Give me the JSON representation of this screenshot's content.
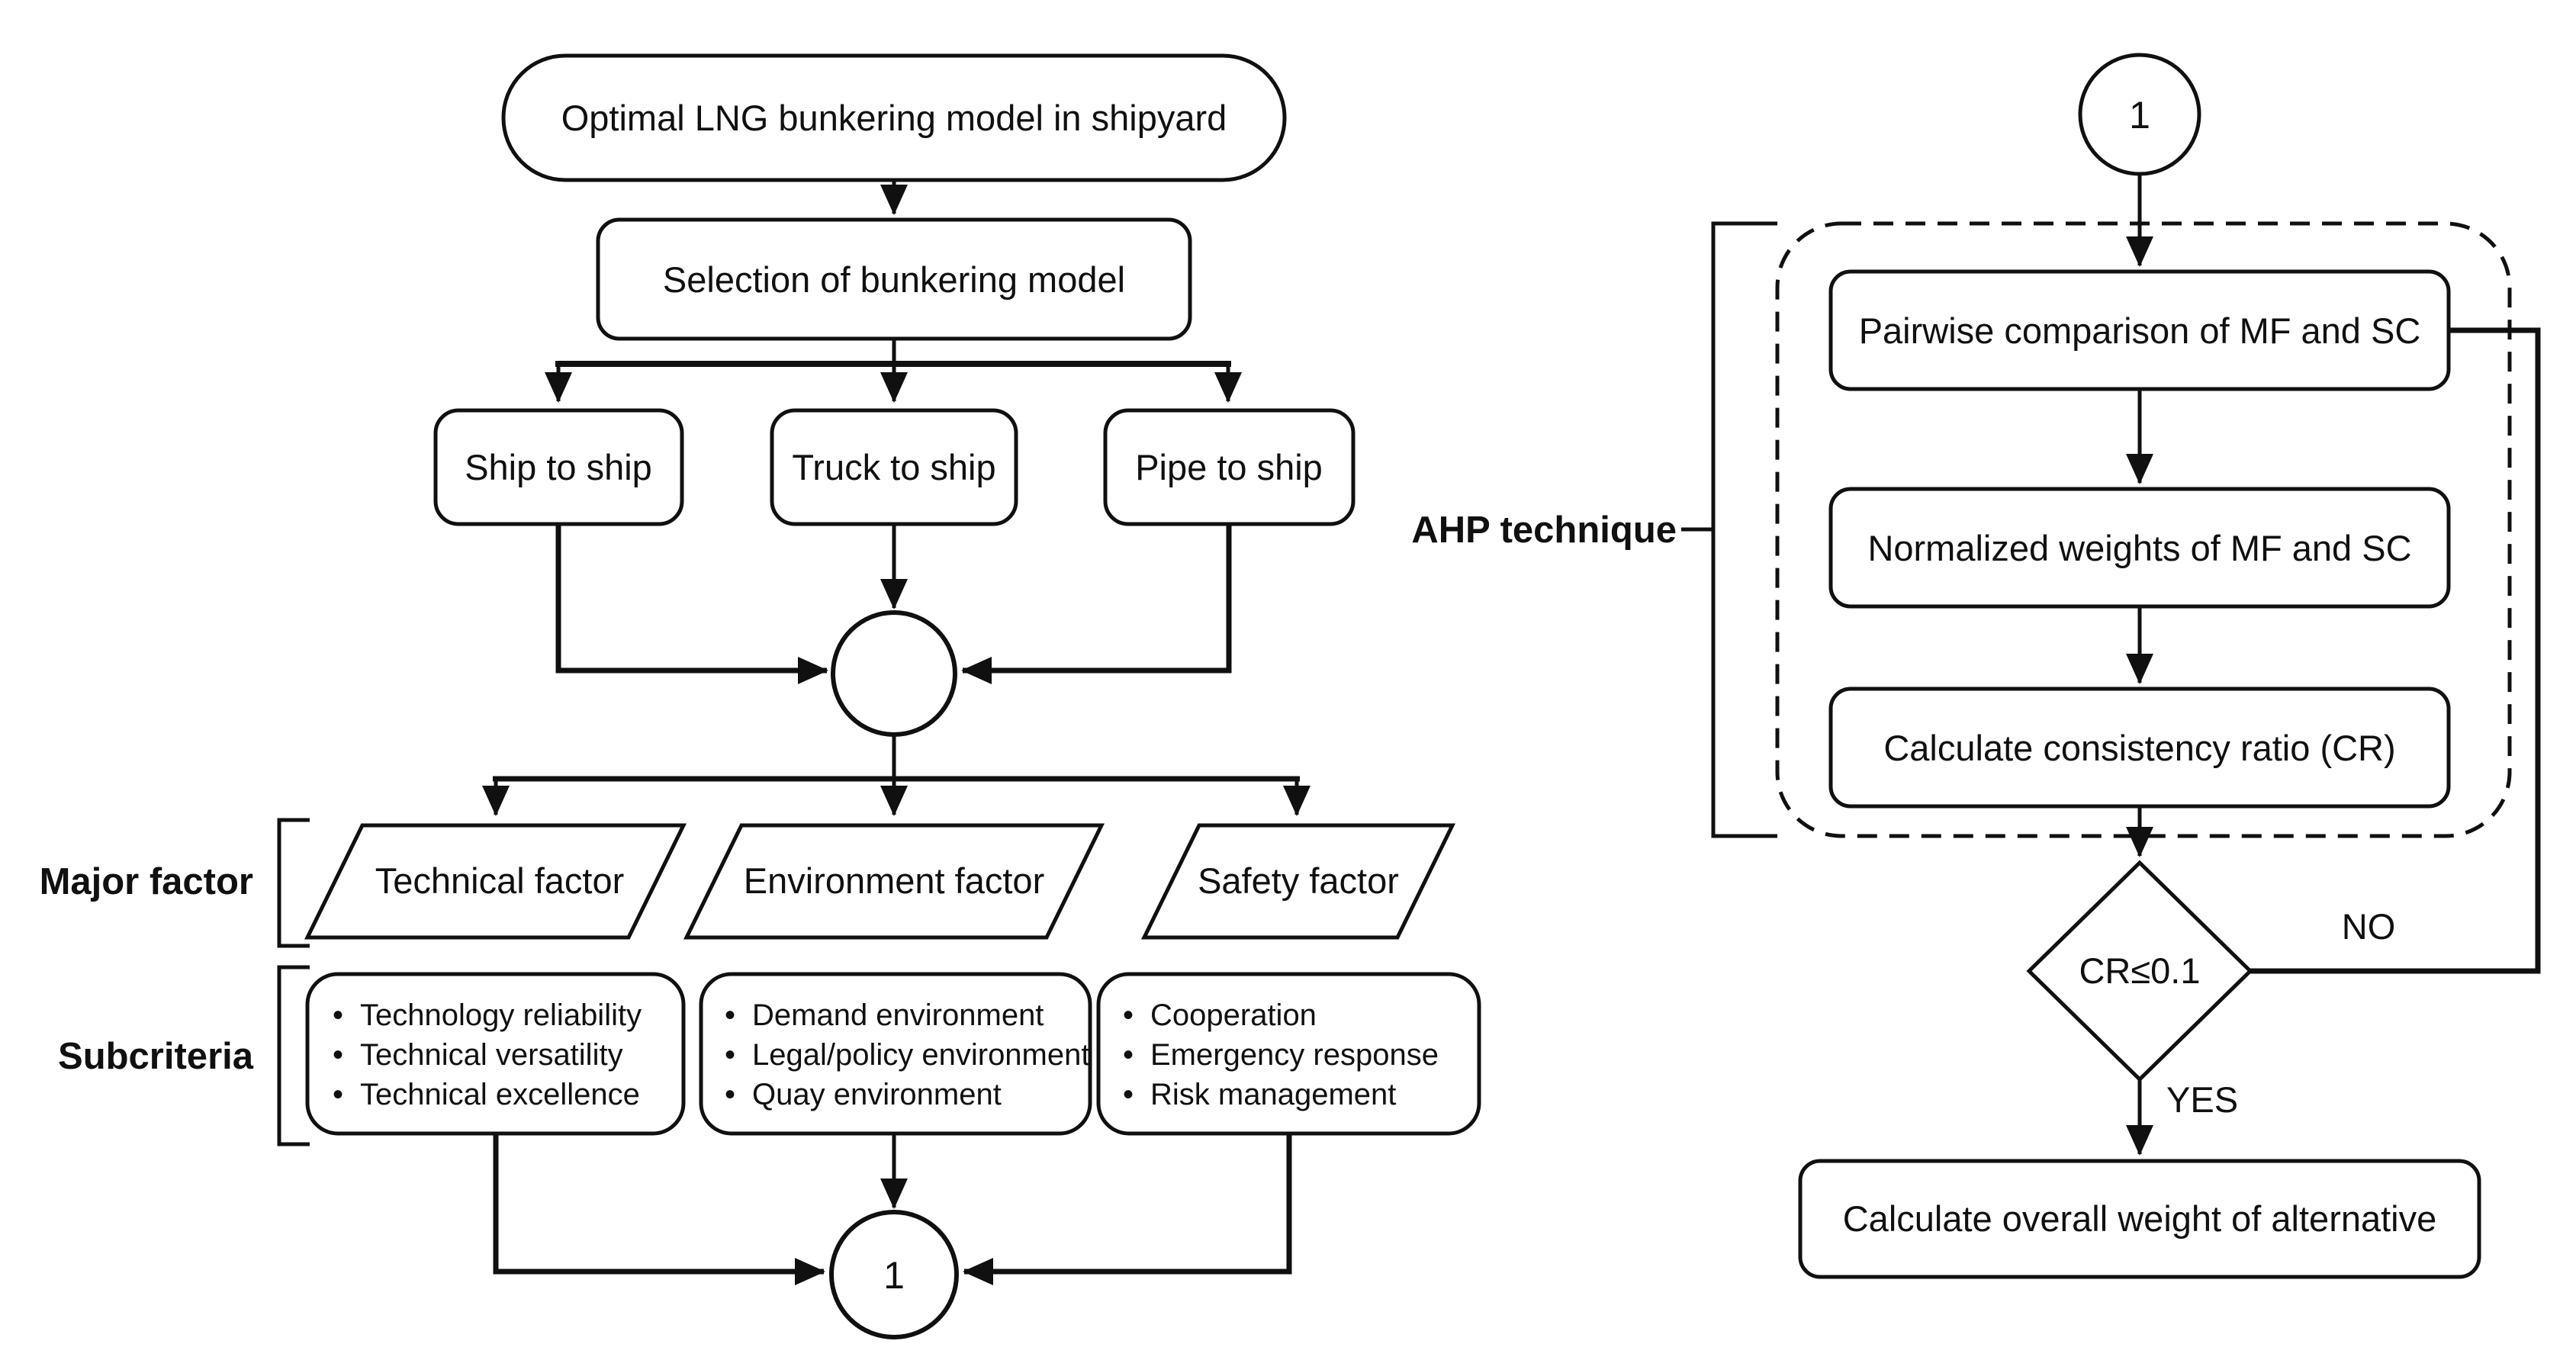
{
  "colors": {
    "ink": "#101010",
    "bg": "#ffffff"
  },
  "left": {
    "goal": "Optimal LNG bunkering model in shipyard",
    "selection": "Selection of bunkering model",
    "models": [
      "Ship to ship",
      "Truck to ship",
      "Pipe to ship"
    ],
    "factor_row_label": "Major factor",
    "subcriteria_row_label": "Subcriteria",
    "factors": [
      "Technical factor",
      "Environment factor",
      "Safety factor"
    ],
    "subcriteria": [
      [
        "Technology reliability",
        "Technical versatility",
        "Technical excellence"
      ],
      [
        "Demand environment",
        "Legal/policy environment",
        "Quay environment"
      ],
      [
        "Cooperation",
        "Emergency response",
        "Risk management"
      ]
    ],
    "bullet": "•",
    "connector": "1"
  },
  "right": {
    "start": "1",
    "group_label": "AHP technique",
    "steps": [
      "Pairwise comparison of MF and SC",
      "Normalized weights of MF and SC",
      "Calculate consistency ratio (CR)"
    ],
    "decision": "CR≤0.1",
    "no": "NO",
    "yes": "YES",
    "final": "Calculate overall weight of alternative"
  }
}
